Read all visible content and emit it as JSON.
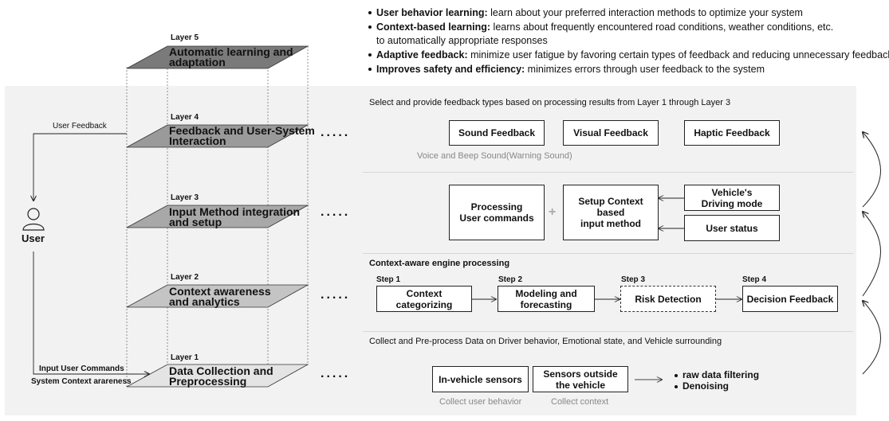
{
  "bullets": [
    {
      "bold": "User behavior learning:",
      "text": " learn about your preferred interaction methods to optimize your system"
    },
    {
      "bold": "Context-based learning:",
      "text": " learns about frequently encountered road conditions, weather conditions, etc."
    },
    {
      "bold": "",
      "text": "to automatically appropriate responses"
    },
    {
      "bold": "Adaptive feedback:",
      "text": " minimize user fatigue by favoring certain types of feedback and reducing unnecessary feedback"
    },
    {
      "bold": "Improves safety and efficiency:",
      "text": " minimizes errors through user feedback to the system"
    }
  ],
  "layers": {
    "l5": {
      "label": "Layer 5",
      "title1": "Automatic learning and",
      "title2": "adaptation"
    },
    "l4": {
      "label": "Layer 4",
      "title1": "Feedback and User-System",
      "title2": "Interaction"
    },
    "l3": {
      "label": "Layer 3",
      "title1": "Input Method integration",
      "title2": "and setup"
    },
    "l2": {
      "label": "Layer 2",
      "title1": "Context awareness",
      "title2": "and analytics"
    },
    "l1": {
      "label": "Layer 1",
      "title1": "Data Collection and",
      "title2": "Preprocessing"
    }
  },
  "dots": ".....",
  "left": {
    "user_label": "User",
    "user_feedback": "User Feedback",
    "input_commands": "Input User Commands",
    "system_context": "System Context arareness"
  },
  "section4": {
    "title": "Select and provide feedback types based on processing results from Layer 1 through Layer 3",
    "sound": "Sound Feedback",
    "visual": "Visual Feedback",
    "haptic": "Haptic Feedback",
    "caption": "Voice and Beep Sound(Warning Sound)"
  },
  "section3": {
    "processing1": "Processing",
    "processing2": "User commands",
    "plus": "+",
    "setup1": "Setup Context based",
    "setup2": "input method",
    "driving1": "Vehicle's",
    "driving2": "Driving mode",
    "user_status": "User status"
  },
  "section2": {
    "title": "Context-aware engine processing",
    "steps": [
      {
        "label": "Step 1",
        "line1": "Context",
        "line2": "categorizing"
      },
      {
        "label": "Step 2",
        "line1": "Modeling and",
        "line2": "forecasting"
      },
      {
        "label": "Step 3",
        "line1": "Risk Detection",
        "line2": ""
      },
      {
        "label": "Step 4",
        "line1": "Decision Feedback",
        "line2": ""
      }
    ]
  },
  "section1": {
    "title": "Collect and Pre-process Data on Driver behavior, Emotional state, and Vehicle surrounding",
    "in_vehicle": "In-vehicle sensors",
    "outside1": "Sensors outside",
    "outside2": "the vehicle",
    "caption_user": "Collect user behavior",
    "caption_context": "Collect context",
    "bullet1": "raw data filtering",
    "bullet2": "Denoising"
  }
}
